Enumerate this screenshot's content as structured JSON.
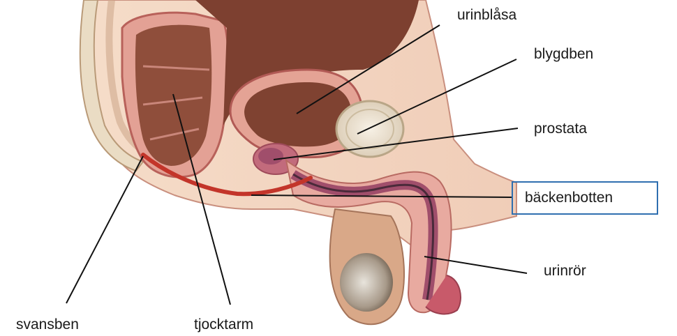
{
  "labels": {
    "urinblasa": "urinblåsa",
    "blygdben": "blygdben",
    "prostata": "prostata",
    "backenbotten": "bäckenbotten",
    "urinror": "urinrör",
    "svansben": "svansben",
    "tjocktarm": "tjocktarm"
  },
  "colors": {
    "highlight_border": "#2f6fb0",
    "leader_line": "#111111",
    "pelvic_floor_muscle": "#c3352a",
    "tissue": "#e6a79b",
    "mucosa": "#c9707a",
    "lumen": "#8b4a3a",
    "bone": "#f0e6d6"
  }
}
